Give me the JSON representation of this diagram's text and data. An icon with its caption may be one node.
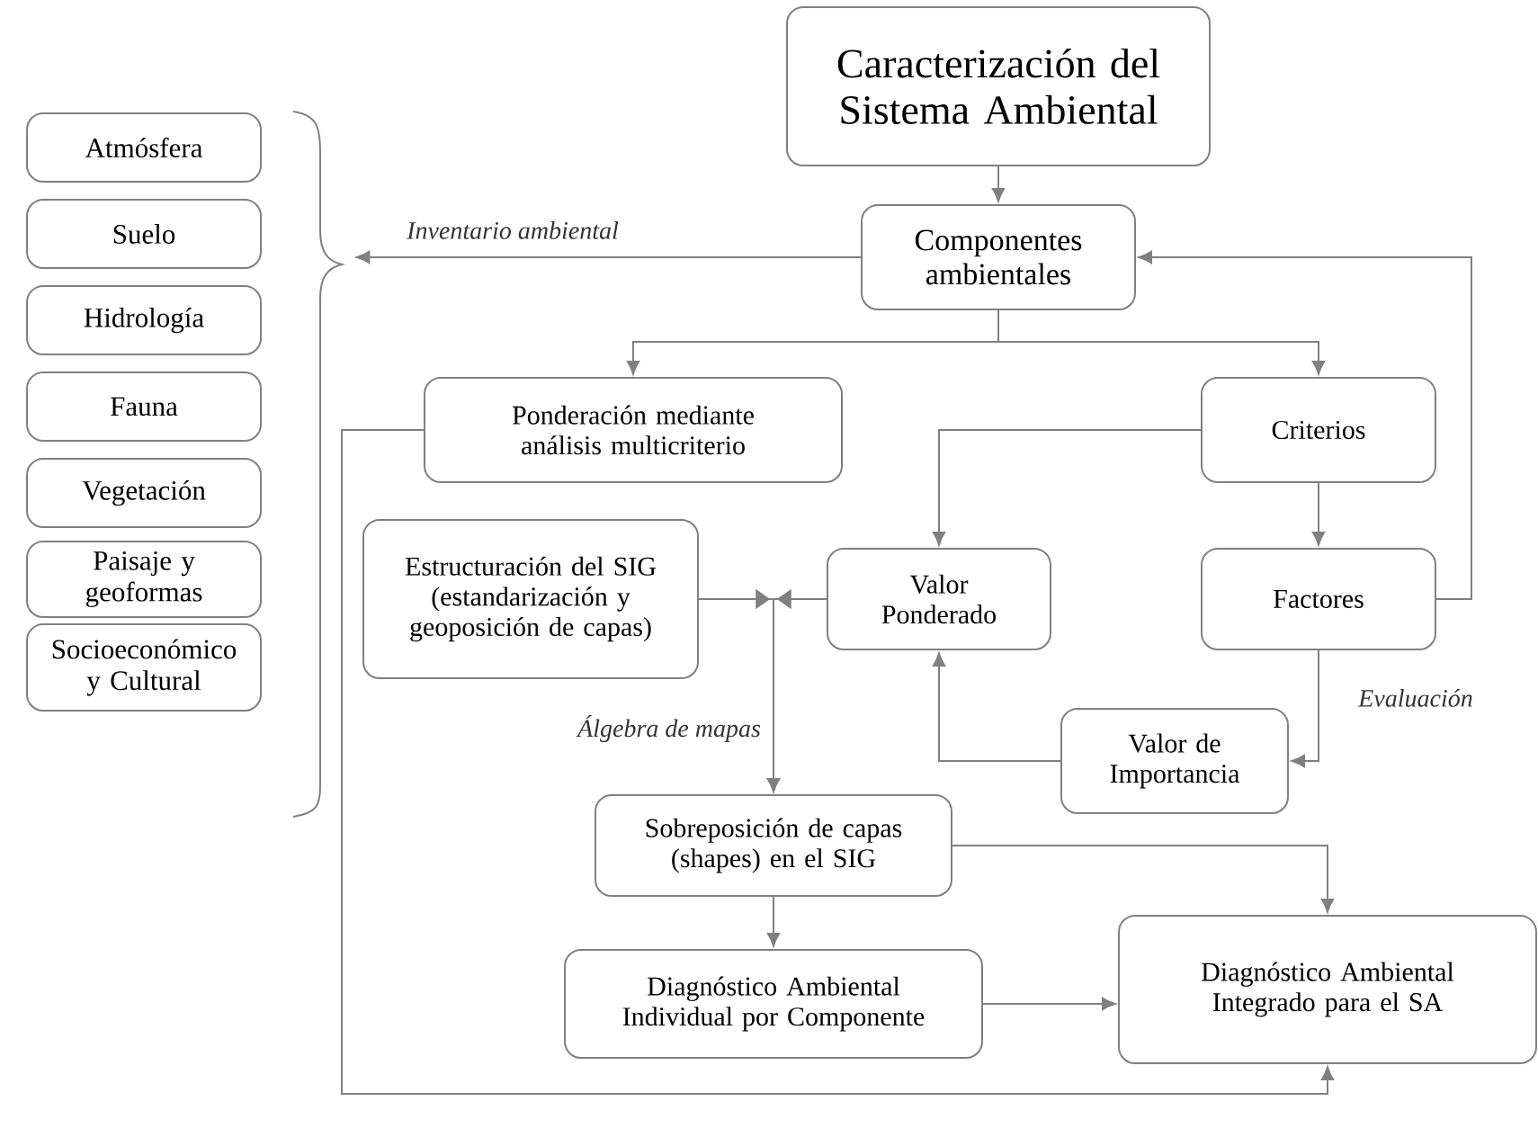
{
  "diagram": {
    "nodes": [
      {
        "text": [
          "Caracterización del Sistema Ambiental"
        ]
      },
      {
        "text": [
          "Componentes ambientales"
        ]
      },
      {
        "text": [
          "Atmósfera"
        ]
      },
      {
        "text": [
          "Suelo"
        ]
      },
      {
        "text": [
          "Hidrología"
        ]
      },
      {
        "text": [
          "Fauna"
        ]
      },
      {
        "text": [
          "Vegetación"
        ]
      },
      {
        "text": [
          "Paisaje y geoformas"
        ]
      },
      {
        "text": [
          "Socioeconómico y Cultural"
        ]
      },
      {
        "text": [
          "Ponderación mediante análisis multicriterio"
        ]
      },
      {
        "text": [
          "Criterios"
        ]
      },
      {
        "text": [
          "Estructuración del SIG (estandarización y geoposición de capas)"
        ]
      },
      {
        "text": [
          "Valor Ponderado"
        ]
      },
      {
        "text": [
          "Factores"
        ]
      },
      {
        "text": [
          "Valor de Importancia"
        ]
      },
      {
        "text": [
          "Sobreposición de capas (shapes) en el SIG"
        ]
      },
      {
        "text": [
          "Diagnóstico Ambiental Individual por Componente"
        ]
      },
      {
        "text": [
          "Diagnóstico Ambiental Integrado para el SA"
        ]
      },
      {
        "text": [],
        "shape": "brace"
      }
    ],
    "edges": [
      {
        "from": 0,
        "to": 1,
        "arrow": "to"
      },
      {
        "from": 1,
        "to": 18,
        "arrow": "to",
        "label": "Inventario ambiental"
      },
      {
        "from": 1,
        "to": 9,
        "arrow": "to"
      },
      {
        "from": 1,
        "to": 10,
        "arrow": "to"
      },
      {
        "from": 9,
        "to": 17,
        "arrow": "to"
      },
      {
        "from": 10,
        "to": 12,
        "arrow": "to"
      },
      {
        "from": 10,
        "to": 13,
        "arrow": "to"
      },
      {
        "from": 13,
        "to": 1,
        "arrow": "to"
      },
      {
        "from": 11,
        "to": 15,
        "arrow": "to",
        "label": "Álgebra de mapas"
      },
      {
        "from": 12,
        "to": 15,
        "arrow": "to"
      },
      {
        "from": 13,
        "to": 14,
        "arrow": "to",
        "label": "Evaluación"
      },
      {
        "from": 14,
        "to": 12,
        "arrow": "to"
      },
      {
        "from": 15,
        "to": 16,
        "arrow": "to"
      },
      {
        "from": 15,
        "to": 17,
        "arrow": "to"
      },
      {
        "from": 16,
        "to": 17,
        "arrow": "to"
      }
    ]
  }
}
